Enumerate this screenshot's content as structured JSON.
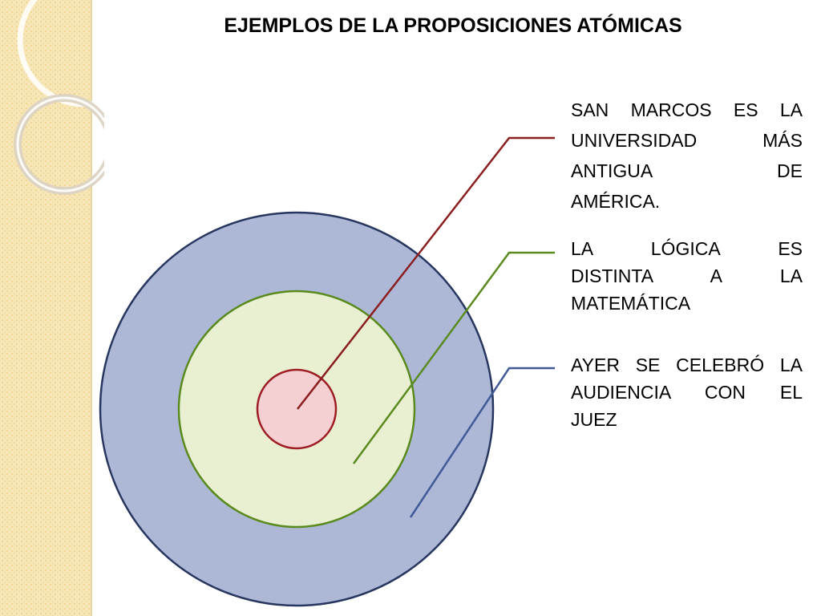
{
  "title": "EJEMPLOS DE LA PROPOSICIONES ATÓMICAS",
  "examples": [
    {
      "lines": [
        "SAN MARCOS ES LA",
        "UNIVERSIDAD MÁS",
        "ANTIGUA DE",
        "AMÉRICA."
      ],
      "circle": "inner",
      "color": "#8b1f1f"
    },
    {
      "lines": [
        "LA LÓGICA ES",
        "DISTINTA A LA",
        "MATEMÁTICA"
      ],
      "circle": "middle",
      "color": "#5a8a1e"
    },
    {
      "lines": [
        "AYER SE CELEBRÓ LA",
        "AUDIENCIA CON EL",
        "JUEZ"
      ],
      "circle": "outer",
      "color": "#3f5a96"
    }
  ],
  "colors": {
    "outer_fill": "#adb8d7",
    "outer_stroke": "#27365f",
    "middle_fill": "#e9f0d2",
    "middle_stroke": "#5a8a1e",
    "inner_fill": "#f4d0d3",
    "inner_stroke": "#9e1c24",
    "side_strip": "#f7e6b6"
  }
}
